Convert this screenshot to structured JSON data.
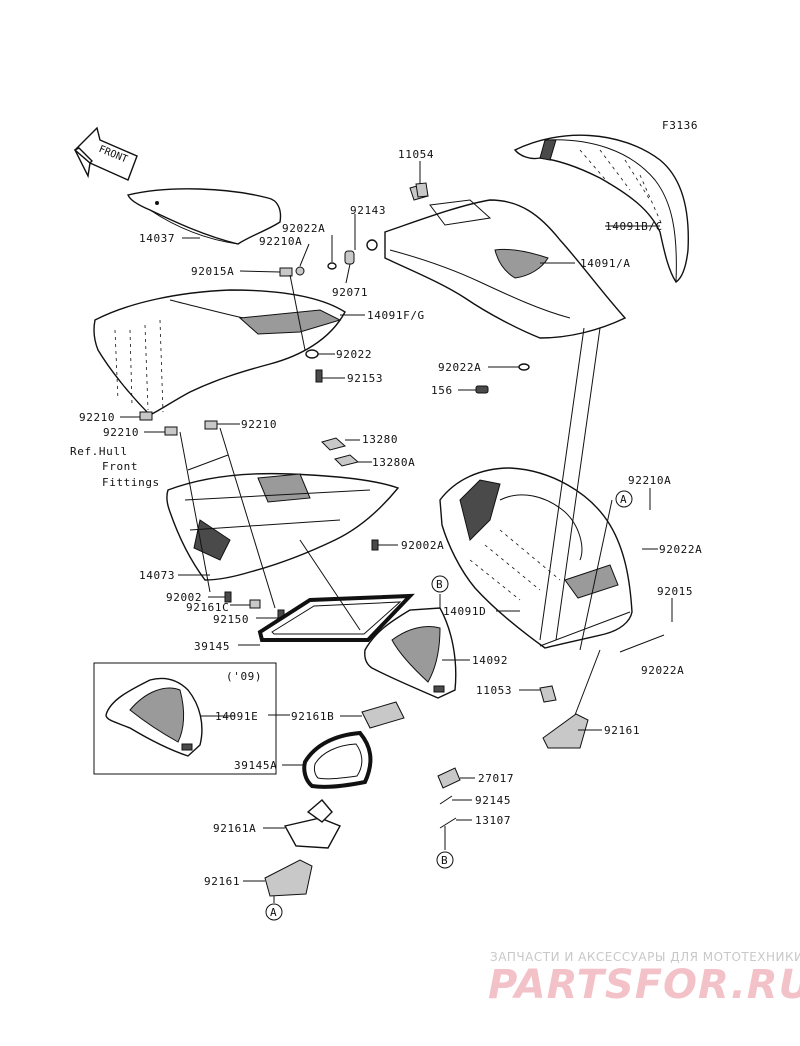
{
  "diagram_code": "F3136",
  "front_arrow_label": "FRONT",
  "model_year_note": "('09)",
  "hull_note": [
    "Ref.Hull",
    "Front",
    "Fittings"
  ],
  "callouts": {
    "a": "A",
    "b": "B"
  },
  "labels": {
    "p11054": "11054",
    "p92143": "92143",
    "p92022A_top": "92022A",
    "p92210A_top": "92210A",
    "p14037": "14037",
    "p14091BC": "14091B/C",
    "p14091A": "14091/A",
    "p92015A": "92015A",
    "p92071": "92071",
    "p14091FG": "14091F/G",
    "p92022": "92022",
    "p92153": "92153",
    "p92022A_mid": "92022A",
    "p156": "156",
    "p92210_a": "92210",
    "p92210_b": "92210",
    "p92210_c": "92210",
    "p13280": "13280",
    "p13280A": "13280A",
    "p92210A_right": "92210A",
    "p92002A": "92002A",
    "p92022A_right": "92022A",
    "p14073": "14073",
    "p92002": "92002",
    "p92161C": "92161C",
    "p92150": "92150",
    "p14091D": "14091D",
    "p92015": "92015",
    "p39145": "39145",
    "p14092": "14092",
    "p92022A_low": "92022A",
    "p14091E": "14091E",
    "p11053": "11053",
    "p92161B": "92161B",
    "p92161_right": "92161",
    "p39145A": "39145A",
    "p27017": "27017",
    "p92145": "92145",
    "p13107": "13107",
    "p92161A": "92161A",
    "p92161_low": "92161"
  },
  "watermark": {
    "top": "ЗАПЧАСТИ И АКСЕССУАРЫ ДЛЯ МОТОТЕХНИКИ",
    "logo": "PARTSFOR.RU"
  }
}
